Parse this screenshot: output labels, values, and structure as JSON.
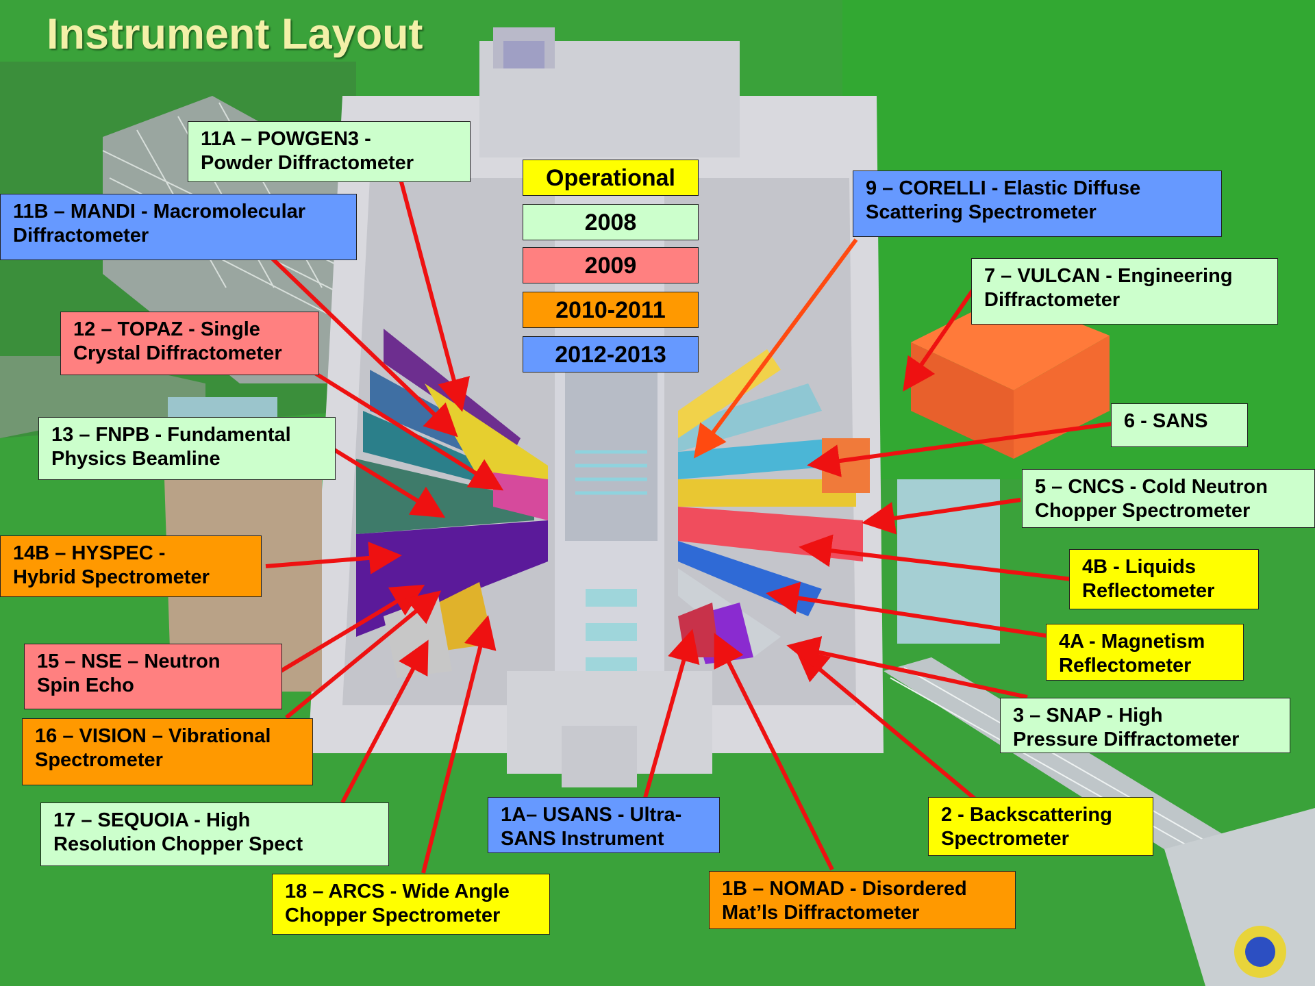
{
  "title": "Instrument Layout",
  "legend": [
    {
      "label": "Operational",
      "color": "#ffff00"
    },
    {
      "label": "2008",
      "color": "#ccffcc"
    },
    {
      "label": "2009",
      "color": "#ff8080"
    },
    {
      "label": "2010-2011",
      "color": "#ff9900"
    },
    {
      "label": "2012-2013",
      "color": "#6699ff"
    }
  ],
  "instruments": [
    {
      "id": "11a",
      "line1": "11A – POWGEN3 -",
      "line2": "Powder Diffractometer"
    },
    {
      "id": "11b",
      "line1": "11B – MANDI - Macromolecular",
      "line2": "Diffractometer"
    },
    {
      "id": "12",
      "line1": "12 – TOPAZ - Single",
      "line2": "Crystal Diffractometer"
    },
    {
      "id": "13",
      "line1": "13 – FNPB - Fundamental",
      "line2": "Physics Beamline"
    },
    {
      "id": "14b",
      "line1": "14B – HYSPEC -",
      "line2": "Hybrid Spectrometer"
    },
    {
      "id": "15",
      "line1": "15 – NSE – Neutron",
      "line2": "Spin Echo"
    },
    {
      "id": "16",
      "line1": "16 – VISION – Vibrational",
      "line2": "Spectrometer"
    },
    {
      "id": "17",
      "line1": "17 – SEQUOIA - High",
      "line2": "Resolution Chopper  Spect"
    },
    {
      "id": "18",
      "line1": "18 – ARCS - Wide Angle",
      "line2": "Chopper  Spectrometer"
    },
    {
      "id": "1a",
      "line1": "1A– USANS - Ultra-",
      "line2": "SANS Instrument"
    },
    {
      "id": "1b",
      "line1": "1B – NOMAD - Disordered",
      "line2": "Mat’ls Diffractometer"
    },
    {
      "id": "2",
      "line1": "2 - Backscattering",
      "line2": "Spectrometer"
    },
    {
      "id": "3",
      "line1": "3 – SNAP - High",
      "line2": "Pressure Diffractometer"
    },
    {
      "id": "4a",
      "line1": "4A - Magnetism",
      "line2": "Reflectometer"
    },
    {
      "id": "4b",
      "line1": "4B - Liquids",
      "line2": "Reflectometer"
    },
    {
      "id": "5",
      "line1": "5 – CNCS - Cold Neutron",
      "line2": "Chopper  Spectrometer"
    },
    {
      "id": "6",
      "line1": "6 - SANS",
      "line2": ""
    },
    {
      "id": "7",
      "line1": "7 – VULCAN - Engineering",
      "line2": "Diffractometer"
    },
    {
      "id": "9",
      "line1": "9 – CORELLI -  Elastic Diffuse",
      "line2": "Scattering Spectrometer"
    }
  ]
}
